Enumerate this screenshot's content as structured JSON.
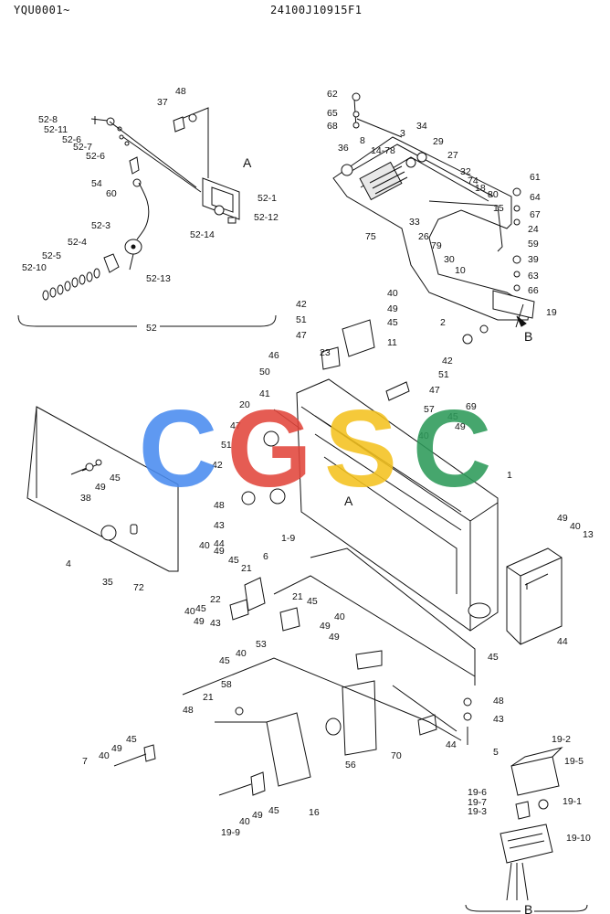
{
  "header": {
    "left": "YQU0001~",
    "center": "24100J10915F1"
  },
  "watermark": {
    "letters": [
      "C",
      "G",
      "S",
      "C"
    ],
    "colors": [
      "#4a8cf0",
      "#e2463c",
      "#f4c21f",
      "#2d9a5a"
    ]
  },
  "group_labels": {
    "bracket_52": "52",
    "view_b_top": "B",
    "view_b_bottom": "B",
    "view_a_top": "A",
    "view_a_mid": "A"
  },
  "callouts": [
    "48",
    "37",
    "52-8",
    "52-11",
    "52-6",
    "52-7",
    "52-6",
    "54",
    "60",
    "52-1",
    "52-12",
    "52-14",
    "52-3",
    "52-4",
    "52-5",
    "52-10",
    "52-13",
    "62",
    "65",
    "68",
    "3",
    "34",
    "36",
    "8",
    "14-78",
    "29",
    "27",
    "32",
    "74",
    "18",
    "80",
    "61",
    "64",
    "67",
    "24",
    "33",
    "75",
    "26",
    "79",
    "30",
    "10",
    "59",
    "39",
    "63",
    "66",
    "15",
    "2",
    "19",
    "40",
    "49",
    "45",
    "42",
    "51",
    "47",
    "11",
    "23",
    "42",
    "51",
    "47",
    "57",
    "46",
    "50",
    "41",
    "20",
    "47",
    "51",
    "42",
    "48",
    "43",
    "44",
    "1-9",
    "38",
    "49",
    "45",
    "45",
    "49",
    "40",
    "69",
    "1",
    "4",
    "35",
    "72",
    "40",
    "49",
    "45",
    "21",
    "6",
    "22",
    "45",
    "21",
    "45",
    "49",
    "40",
    "49",
    "40",
    "43",
    "49",
    "45",
    "40",
    "53",
    "45",
    "49",
    "40",
    "13",
    "44",
    "58",
    "48",
    "21",
    "45",
    "49",
    "40",
    "7",
    "56",
    "70",
    "44",
    "48",
    "43",
    "5",
    "16",
    "45",
    "49",
    "40",
    "19-9",
    "19-2",
    "19-5",
    "19-6",
    "19-7",
    "19-3",
    "19-1",
    "19-10"
  ]
}
